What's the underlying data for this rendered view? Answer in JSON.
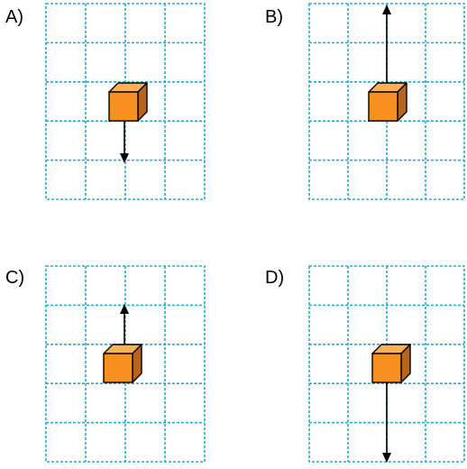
{
  "options": [
    {
      "label": "A)",
      "arrow": "down",
      "arrow_length": "short"
    },
    {
      "label": "B)",
      "arrow": "up",
      "arrow_length": "long"
    },
    {
      "label": "C)",
      "arrow": "up",
      "arrow_length": "short"
    },
    {
      "label": "D)",
      "arrow": "down",
      "arrow_length": "long"
    }
  ],
  "grid": {
    "columns": 4,
    "rows": 5,
    "line_color": "#29a9d6",
    "line_style": "dashed"
  },
  "cube": {
    "front_color": "#f7901e",
    "top_color": "#fbb257",
    "side_color": "#b5651d",
    "outline_color": "#000000"
  },
  "arrow_color": "#000000"
}
